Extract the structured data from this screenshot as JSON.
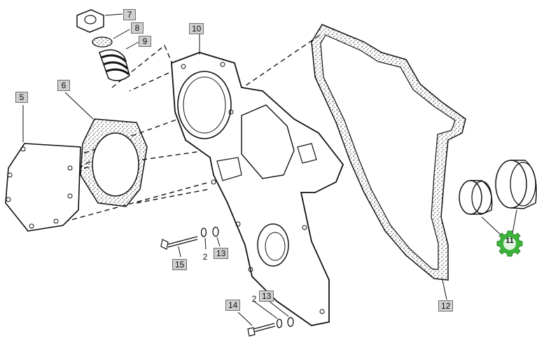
{
  "diagram": {
    "callouts": {
      "c5": "5",
      "c6": "6",
      "c7": "7",
      "c8": "8",
      "c9": "9",
      "c10": "10",
      "c11": "11",
      "c12": "12",
      "c13a": "13",
      "c13b": "13",
      "c14": "14",
      "c15": "15",
      "c2a": "2",
      "c2b": "2"
    },
    "highlight_color": "#3cb43c"
  }
}
